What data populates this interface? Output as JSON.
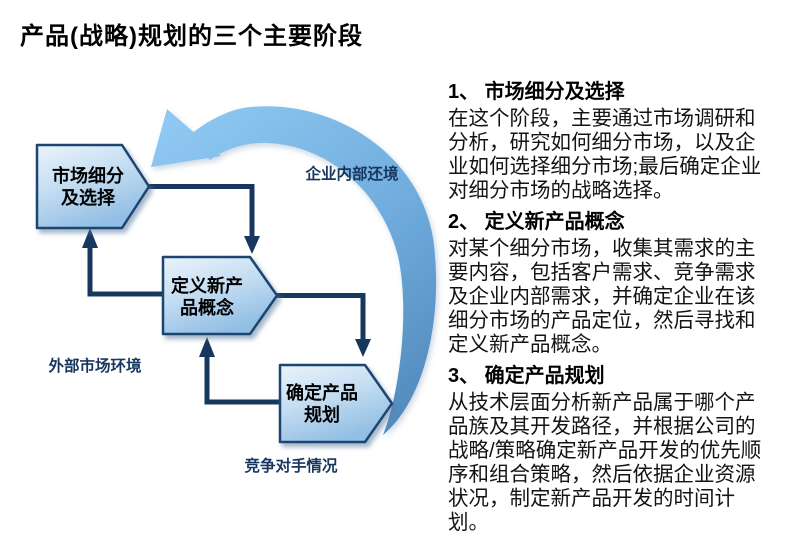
{
  "title": "产品(战略)规划的三个主要阶段",
  "diagram": {
    "stages": [
      {
        "line1": "市场细分",
        "line2": "及选择"
      },
      {
        "line1": "定义新产",
        "line2": "品概念"
      },
      {
        "line1": "确定产品",
        "line2": "规划"
      }
    ],
    "labels": {
      "internal_env": "企业内部还境",
      "external_market": "外部市场环境",
      "competitors": "竞争对手情况"
    }
  },
  "sections": [
    {
      "heading": "1、 市场细分及选择",
      "body": "在这个阶段，主要通过市场调研和分析，研究如何细分市场，以及企业如何选择细分市场;最后确定企业对细分市场的战略选择。"
    },
    {
      "heading": "2、 定义新产品概念",
      "body": "对某个细分市场，收集其需求的主要内容，包括客户需求、竞争需求及企业内部需求，并确定企业在该细分市场的产品定位，然后寻找和定义新产品概念。"
    },
    {
      "heading": "3、 确定产品规划",
      "body": "从技术层面分析新产品属于哪个产品族及其开发路径，并根据公司的战略/策略确定新产品开发的优先顺序和组合策略，然后依据企业资源状况，制定新产品开发的时间计划。"
    }
  ],
  "colors": {
    "connector_navy": "#17375E",
    "label_navy": "#17375E",
    "swoosh_light": "#8FC8F2",
    "swoosh_deep": "#5A9BD0",
    "chevron_light": "#EAF3FB",
    "chevron_deep": "#93BFE4",
    "chevron_border": "#1B4470",
    "text_black": "#000000"
  }
}
